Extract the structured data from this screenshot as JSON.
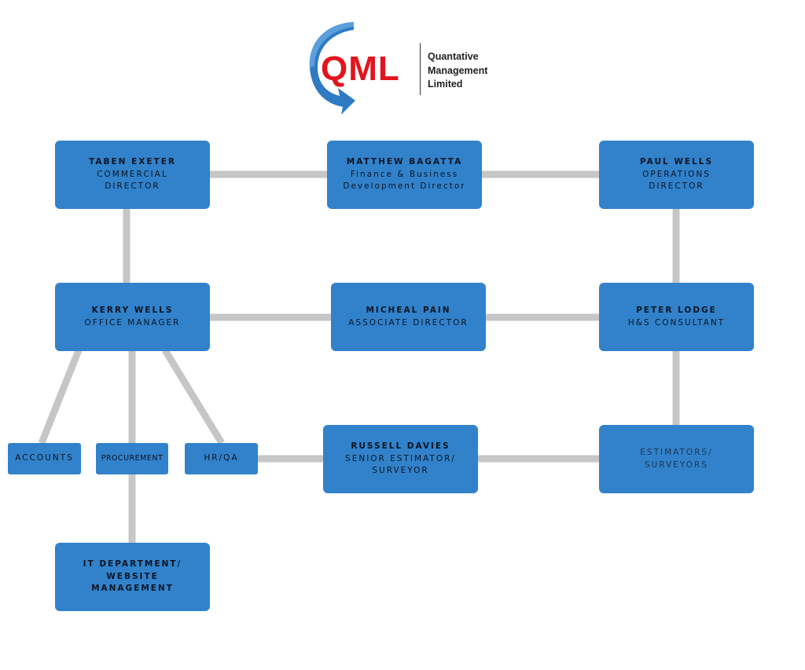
{
  "logo": {
    "mark": "QML",
    "name_lines": [
      "Quantative",
      "Management",
      "Limited"
    ],
    "colors": {
      "mark": "#e2141d",
      "swoosh": "#2e7bc4"
    }
  },
  "colors": {
    "box": "#3182cb",
    "connector": "#c6c6c6"
  },
  "nodes": {
    "taben": {
      "name": "TABEN EXETER",
      "role": [
        "COMMERCIAL",
        "DIRECTOR"
      ]
    },
    "matthew": {
      "name": "MATTHEW BAGATTA",
      "role": [
        "Finance & Business",
        "Development Director"
      ]
    },
    "paul": {
      "name": "PAUL WELLS",
      "role": [
        "OPERATIONS",
        "DIRECTOR"
      ]
    },
    "kerry": {
      "name": "KERRY WELLS",
      "role": [
        "OFFICE MANAGER"
      ]
    },
    "micheal": {
      "name": "MICHEAL PAIN",
      "role": [
        "ASSOCIATE  DIRECTOR"
      ]
    },
    "peter": {
      "name": "PETER LODGE",
      "role": [
        "H&S CONSULTANT"
      ]
    },
    "accounts": {
      "label": "ACCOUNTS"
    },
    "procurement": {
      "label": "PROCUREMENT"
    },
    "hrqa": {
      "label": "HR/QA"
    },
    "russell": {
      "name": "RUSSELL DAVIES",
      "role": [
        "SENIOR ESTIMATOR/",
        "SURVEYOR"
      ]
    },
    "estimators": {
      "label": [
        "ESTIMATORS/",
        "SURVEYORS"
      ]
    },
    "it": {
      "label": [
        "IT DEPARTMENT/",
        "WEBSITE",
        "MANAGEMENT"
      ]
    }
  }
}
